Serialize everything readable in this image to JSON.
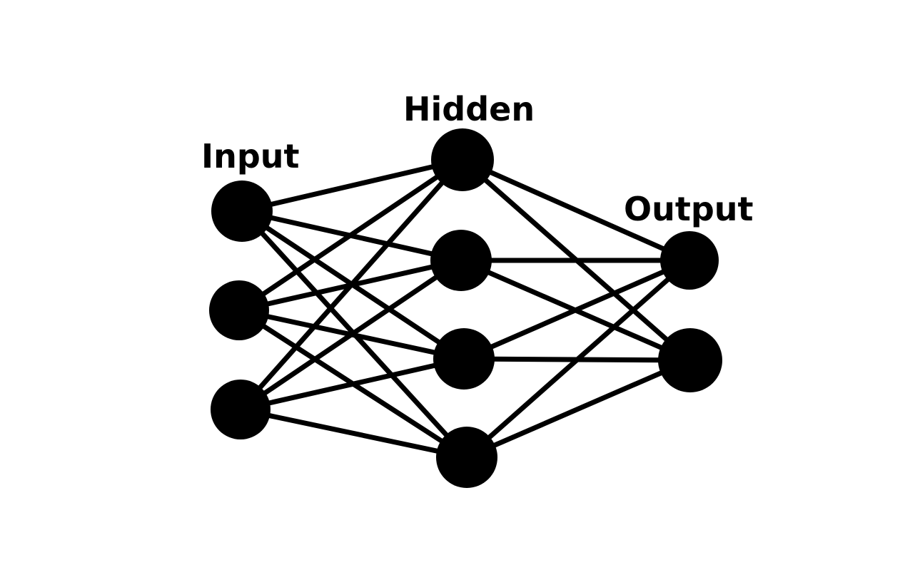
{
  "diagram": {
    "type": "neural-network",
    "colors": {
      "node": "#000000",
      "edge": "#000000",
      "background": "#ffffff"
    },
    "layers": [
      {
        "id": "input",
        "label": "Input",
        "node_count": 3
      },
      {
        "id": "hidden",
        "label": "Hidden",
        "node_count": 4
      },
      {
        "id": "output",
        "label": "Output",
        "node_count": 2
      }
    ],
    "connectivity": "fully-connected between adjacent layers"
  }
}
